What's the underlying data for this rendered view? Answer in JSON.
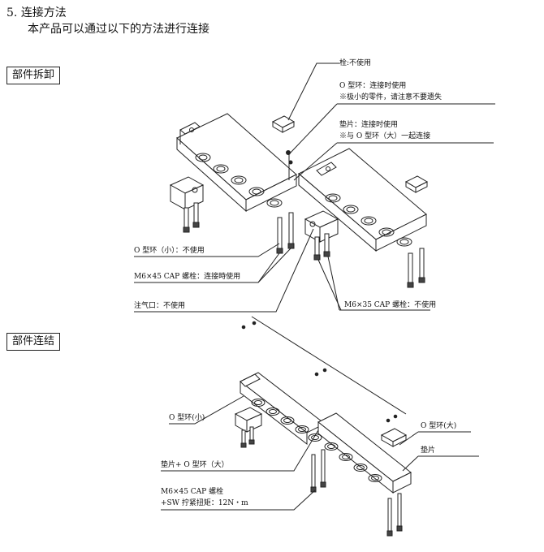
{
  "heading": {
    "number": "5.",
    "title": "连接方法",
    "subtitle": "本产品可以通过以下的方法进行连接"
  },
  "sections": {
    "disassembly": "部件拆卸",
    "connection": "部件连结"
  },
  "callouts_top": {
    "plug": "栓:不使用",
    "oring_line1": "O 型环：连接时使用",
    "oring_line2": "※极小的零件，请注意不要遗失",
    "gasket_line1": "垫片：连接时使用",
    "gasket_line2": "※与 O 型环（大）一起连接",
    "oring_small": "O 型环（小）：不使用",
    "bolt_m6x45": "M6×45 CAP 螺栓：连接時使用",
    "inlet": "注气口：不使用",
    "bolt_m6x35": "M6×35 CAP 螺栓：不使用"
  },
  "callouts_bottom": {
    "oring_small": "O 型环(小)",
    "oring_large": "O 型环(大)",
    "gasket": "垫片",
    "gasket_oring": "垫片+ O 型环（大）",
    "bolt_line1": "M6×45 CAP 螺栓",
    "bolt_line2": "+SW 拧紧扭矩：12N・m"
  }
}
